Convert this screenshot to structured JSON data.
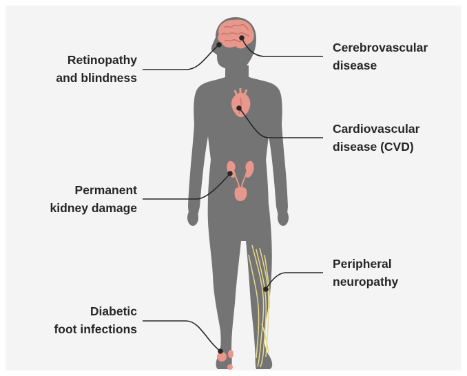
{
  "labels": {
    "retinopathy": [
      "Retinopathy",
      "and blindness"
    ],
    "cerebrovascular": [
      "Cerebrovascular",
      "disease"
    ],
    "cardiovascular": [
      "Cardiovascular",
      "disease (CVD)"
    ],
    "kidney": [
      "Permanent",
      "kidney damage"
    ],
    "neuropathy": [
      "Peripheral",
      "neuropathy"
    ],
    "foot": [
      "Diabetic",
      "foot infections"
    ]
  },
  "colors": {
    "background": "#f4f4f4",
    "body": "#747474",
    "organ": "#e8978c",
    "organ_dark": "#c66f66",
    "nerve": "#e7d98a",
    "leader_line": "#262626",
    "text": "#262626"
  }
}
